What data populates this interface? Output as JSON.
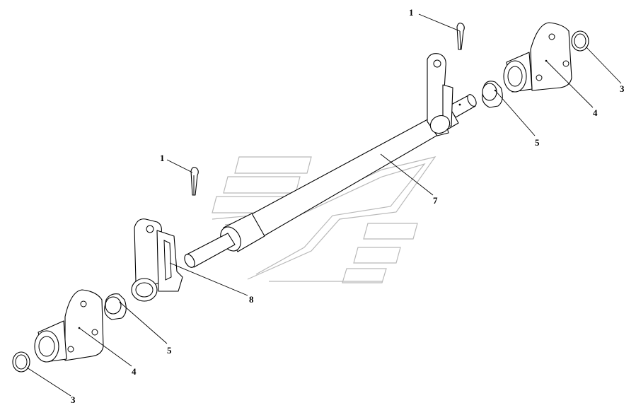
{
  "diagram": {
    "callouts": [
      {
        "id": "c1a",
        "label": "1"
      },
      {
        "id": "c1b",
        "label": "1"
      },
      {
        "id": "c3a",
        "label": "3"
      },
      {
        "id": "c3b",
        "label": "3"
      },
      {
        "id": "c4a",
        "label": "4"
      },
      {
        "id": "c4b",
        "label": "4"
      },
      {
        "id": "c5a",
        "label": "5"
      },
      {
        "id": "c5b",
        "label": "5"
      },
      {
        "id": "c7",
        "label": "7"
      },
      {
        "id": "c8",
        "label": "8"
      }
    ]
  },
  "colors": {
    "line": "#000000",
    "watermark": "#b9b9b9",
    "background": "#ffffff"
  }
}
